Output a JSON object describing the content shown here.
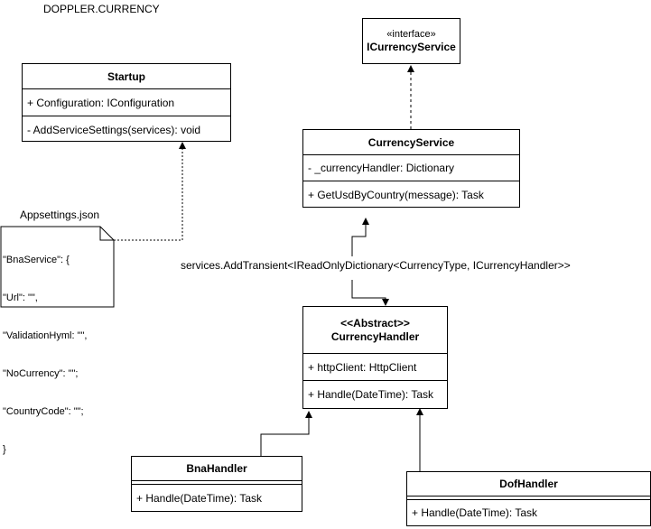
{
  "diagram_title": "DOPPLER.CURRENCY",
  "interface_box": {
    "stereotype": "«interface»",
    "name": "ICurrencyService"
  },
  "startup": {
    "name": "Startup",
    "attributes": [
      "+ Configuration: IConfiguration"
    ],
    "methods": [
      "- AddServiceSettings(services): void"
    ]
  },
  "currency_service": {
    "name": "CurrencyService",
    "attributes": [
      "- _currencyHandler: Dictionary"
    ],
    "methods": [
      "+ GetUsdByCountry(message): Task"
    ]
  },
  "appsettings_note": {
    "label": "Appsettings.json",
    "lines": [
      "\"BnaService\": {",
      "\"Url\": \"\",",
      "\"ValidationHyml: \"\",",
      "\"NoCurrency\": \"\";",
      "\"CountryCode\": \"\";",
      "}"
    ]
  },
  "edge_label": "services.AddTransient<IReadOnlyDictionary<CurrencyType, ICurrencyHandler>>",
  "currency_handler": {
    "stereotype": "<<Abstract>>",
    "name": "CurrencyHandler",
    "attributes": [
      "+ httpClient: HttpClient"
    ],
    "methods": [
      "+ Handle(DateTime): Task"
    ]
  },
  "bna_handler": {
    "name": "BnaHandler",
    "methods": [
      "+ Handle(DateTime): Task"
    ]
  },
  "dof_handler": {
    "name": "DofHandler",
    "methods": [
      "+ Handle(DateTime): Task"
    ]
  }
}
